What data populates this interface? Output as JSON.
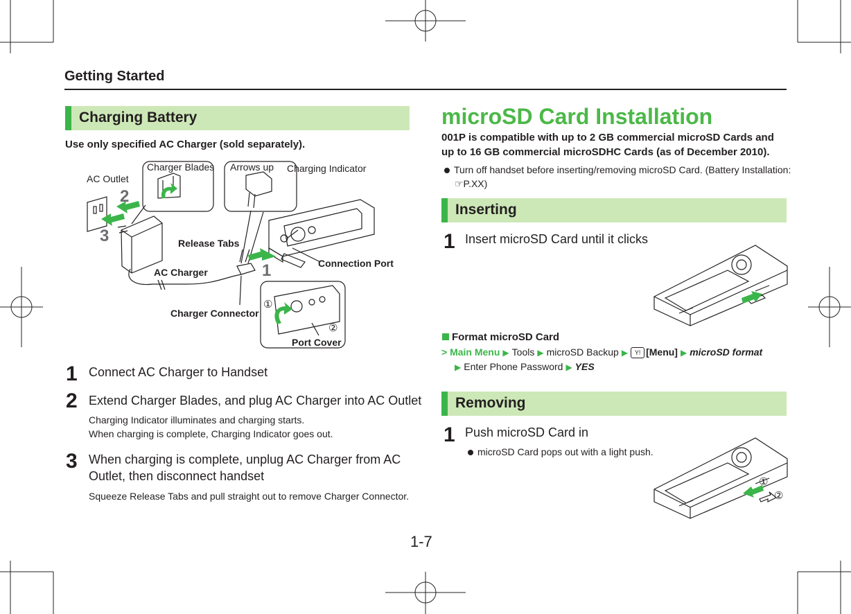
{
  "header": {
    "running_head": "Getting Started"
  },
  "left": {
    "section_title": "Charging Battery",
    "intro": "Use only specified AC Charger (sold separately).",
    "figure_labels": {
      "ac_outlet": "AC Outlet",
      "charger_blades": "Charger Blades",
      "arrows_up": "Arrows up",
      "charging_indicator": "Charging Indicator",
      "release_tabs": "Release Tabs",
      "ac_charger": "AC Charger",
      "connection_port": "Connection Port",
      "charger_connector": "Charger Connector",
      "port_cover": "Port Cover",
      "num_1": "1",
      "num_2": "2",
      "num_3": "3",
      "circ_1": "①",
      "circ_2": "②"
    },
    "steps": [
      {
        "num": "1",
        "text": "Connect AC Charger to Handset"
      },
      {
        "num": "2",
        "text": "Extend Charger Blades, and plug AC Charger into AC Outlet",
        "note1": "Charging Indicator illuminates and charging starts.",
        "note2": "When charging is complete, Charging Indicator goes out."
      },
      {
        "num": "3",
        "text_line1": "When charging is complete, unplug AC Charger from AC",
        "text_line2": "Outlet, then disconnect handset",
        "note": "Squeeze Release Tabs and pull straight out to remove Charger Connector."
      }
    ]
  },
  "right": {
    "title": "microSD Card Installation",
    "intro_line1": "001P is compatible with up to 2 GB commercial microSD Cards and",
    "intro_line2": "up to 16 GB commercial microSDHC Cards (as of December 2010).",
    "bullet_line1": "Turn off handset before inserting/removing microSD Card. (Battery Installation:",
    "bullet_ref": "☞P.XX)",
    "inserting": {
      "section_title": "Inserting",
      "step_num": "1",
      "step_text": "Insert microSD Card until it clicks",
      "format_heading": "Format microSD Card",
      "menu_gt": ">",
      "menu_main": "Main Menu",
      "menu_tools": "Tools",
      "menu_backup": "microSD Backup",
      "menu_key": "Y!",
      "menu_menu": "[Menu]",
      "menu_format": "microSD format",
      "menu_password": "Enter Phone Password",
      "menu_yes": "YES"
    },
    "removing": {
      "section_title": "Removing",
      "step_num": "1",
      "step_text": "Push microSD Card in",
      "bullet": "microSD Card pops out with a light push.",
      "circ_1": "①",
      "circ_2": "②"
    }
  },
  "footer": {
    "page_number": "1-7"
  }
}
